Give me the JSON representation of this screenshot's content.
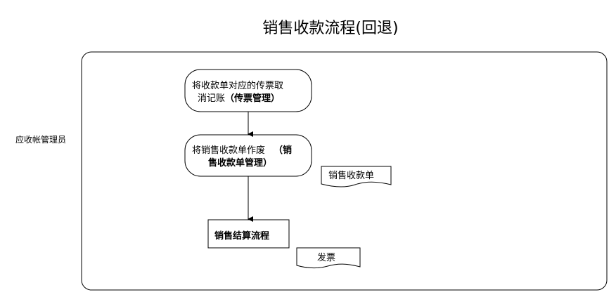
{
  "title": "销售收款流程(回退)",
  "lane_role": "应收帐管理员",
  "steps": [
    {
      "line1": "将收款单对应的传票取",
      "line2_plain": "消记账",
      "line2_bold": "（传票管理）"
    },
    {
      "line1_plain": "将销售收款单作废",
      "line1_bold": "（销",
      "line2_bold": "售收款单管理）"
    },
    {
      "label": "销售结算流程"
    }
  ],
  "documents": [
    "销售收款单",
    "发票"
  ]
}
